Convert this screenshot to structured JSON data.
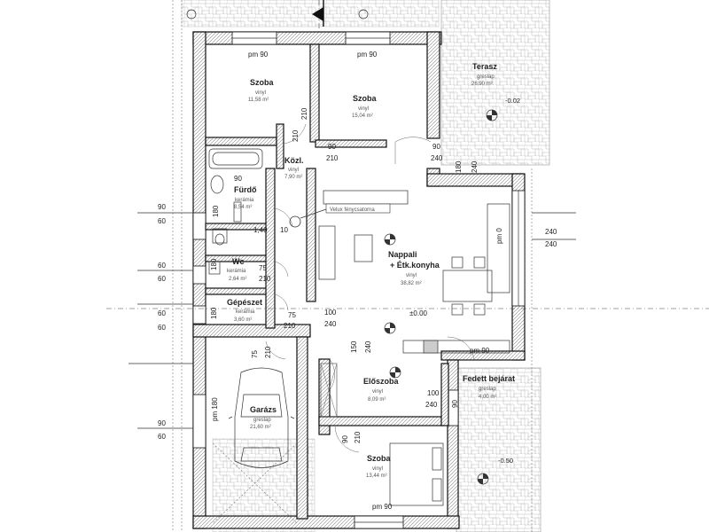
{
  "rooms": {
    "szoba1": {
      "name": "Szoba",
      "material": "vinyl",
      "area": "11,58 m²"
    },
    "szoba2": {
      "name": "Szoba",
      "material": "vinyl",
      "area": "15,04 m²"
    },
    "terasz": {
      "name": "Terasz",
      "material": "greslap",
      "area": "26,90 m²",
      "level": "-0.02"
    },
    "kozl": {
      "name": "Közl.",
      "material": "vinyl",
      "area": "7,90 m²"
    },
    "furdo": {
      "name": "Fürdő",
      "material": "kerámia",
      "area": "8,54 m²"
    },
    "nappali": {
      "name": "Nappali",
      "name2": "+ Étk.konyha",
      "material": "vinyl",
      "area": "38,82 m²",
      "level": "±0.00"
    },
    "wc": {
      "name": "Wc",
      "material": "kerámia",
      "area": "2,64 m²"
    },
    "gepeszet": {
      "name": "Gépészet",
      "material": "kerámia",
      "area": "3,60 m²"
    },
    "eloszoba": {
      "name": "Előszoba",
      "material": "vinyl",
      "area": "8,09 m²"
    },
    "fedett": {
      "name": "Fedett bejárat",
      "material": "greslap",
      "area": "4,00 m²",
      "level": "-0.50"
    },
    "garazs": {
      "name": "Garázs",
      "material": "greslap",
      "area": "21,60 m²"
    },
    "szoba3": {
      "name": "Szoba",
      "material": "vinyl",
      "area": "13,44 m²"
    }
  },
  "labels": {
    "velux": "Velux fénycsatorna",
    "pm90": "pm 90",
    "pm0": "pm 0",
    "pm180": "pm 180"
  },
  "dims": {
    "d90": "90",
    "d60": "60",
    "d210": "210",
    "d240": "240",
    "d180": "180",
    "d75": "75",
    "d100": "100",
    "d150": "150",
    "d140": "1,40",
    "d10": "10"
  }
}
